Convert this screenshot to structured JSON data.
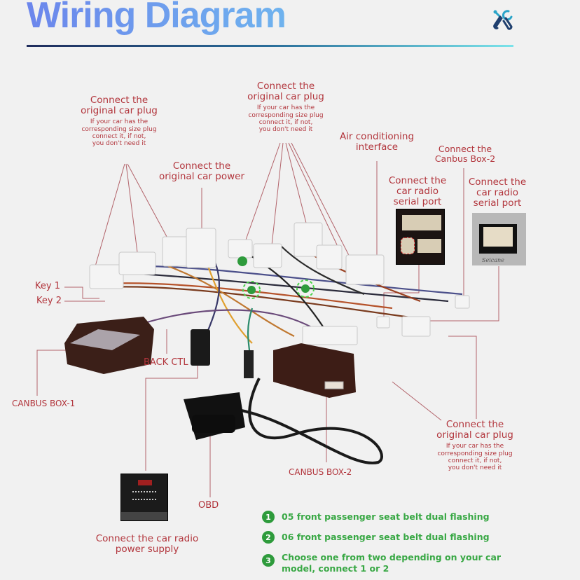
{
  "header": {
    "title": "Wiring Diagram",
    "icon": "tools-icon",
    "accent_gradient": [
      "#6c86ec",
      "#6fb3ee"
    ],
    "rule_gradient": [
      "#1f2c5c",
      "#7be3ea"
    ]
  },
  "labels": {
    "plug_left": {
      "main": "Connect the\noriginal car plug",
      "sub": "If your car has the\ncorresponding size plug\nconnect it, if not,\nyou don't need it"
    },
    "power": {
      "main": "Connect the\noriginal car power"
    },
    "plug_center": {
      "main": "Connect the\noriginal car plug",
      "sub": "If your car has the\ncorresponding size plug\nconnect it, if not,\nyou don't need it"
    },
    "air_conditioning": {
      "main": "Air conditioning\ninterface"
    },
    "canbus_box2_connect": {
      "main": "Connect the\nCanbus Box-2"
    },
    "serial_port_left": {
      "main": "Connect the\ncar radio\nserial port"
    },
    "serial_port_right": {
      "main": "Connect the\ncar radio\nserial port"
    },
    "key1": "Key 1",
    "key2": "Key 2",
    "back_ctl": "BACK CTL",
    "canbus_box1": "CANBUS BOX-1",
    "plug_right": {
      "main": "Connect the\noriginal car plug",
      "sub": "If your car has the\ncorresponding size plug\nconnect it, if not,\nyou don't need it"
    },
    "canbus_box2": "CANBUS BOX-2",
    "obd": "OBD",
    "radio_power": "Connect the car radio\npower supply",
    "brand_mark": "Seicane"
  },
  "notes": [
    {
      "num": "1",
      "text": "05 front passenger seat belt dual flashing"
    },
    {
      "num": "2",
      "text": "06 front passenger seat belt dual flashing"
    },
    {
      "num": "3",
      "text": "Choose one from two depending on your car\nmodel, connect 1 or 2"
    }
  ],
  "colors": {
    "label_red": "#b2353c",
    "note_green": "#39a845",
    "badge_green": "#2e9b3c"
  }
}
